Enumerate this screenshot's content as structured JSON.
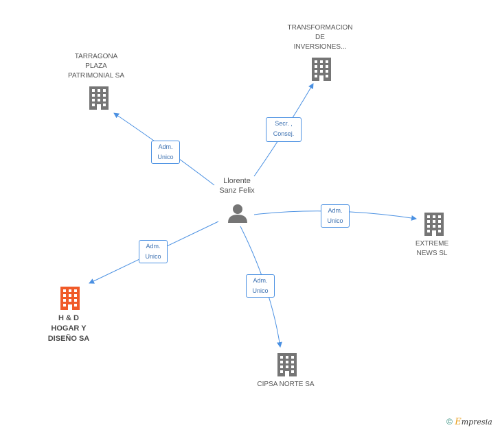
{
  "person": {
    "name": "Llorente\nSanz Felix"
  },
  "companies": {
    "tarragona": {
      "label": "TARRAGONA\nPLAZA\nPATRIMONIAL SA",
      "icon": "building-icon"
    },
    "transformacion": {
      "label": "TRANSFORMACION\nDE\nINVERSIONES...",
      "icon": "building-icon"
    },
    "extreme": {
      "label": "EXTREME\nNEWS SL",
      "icon": "building-icon"
    },
    "hd_hogar": {
      "label": "H & D\nHOGAR Y\nDISEÑO SA",
      "icon": "building-icon",
      "color": "#f05a28"
    },
    "cipsa": {
      "label": "CIPSA NORTE SA",
      "icon": "building-icon"
    }
  },
  "edges": {
    "tarragona": "Adm.\nUnico",
    "transformacion": "Secr. ,\nConsej.",
    "extreme": "Adm.\nUnico",
    "hd_hogar": "Adm.\nUnico",
    "cipsa": "Adm.\nUnico"
  },
  "colors": {
    "edge": "#4a90e2",
    "building": "#757575",
    "highlight_building": "#f05a28",
    "person": "#757575"
  },
  "footer": {
    "copyright": "©",
    "brand_initial": "E",
    "brand_rest": "mpresia"
  }
}
